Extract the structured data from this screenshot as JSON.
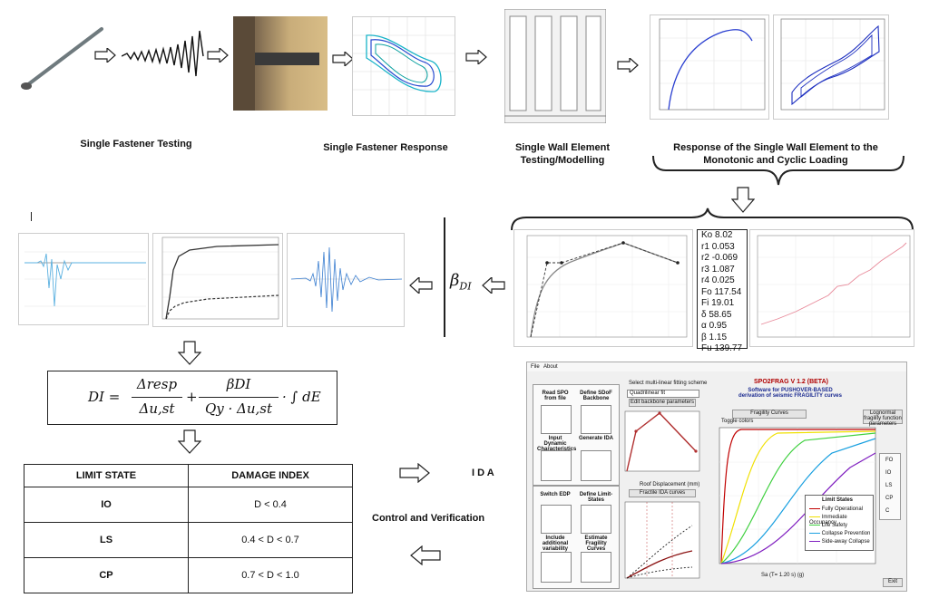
{
  "labels": {
    "single_fastener_testing": "Single Fastener Testing",
    "single_fastener_response": "Single Fastener Response",
    "single_wall_element": "Single Wall Element Testing/Modelling",
    "wall_response": "Response of the Single Wall Element to the Monotonic and Cyclic Loading",
    "ida": "I D A",
    "control_verification": "Control and Verification",
    "beta_di": "β",
    "beta_di_sub": "DI"
  },
  "formula": {
    "lhs": "DI =",
    "frac1_num": "Δresp",
    "frac1_den": "Δu,st",
    "frac2_num": "βDI",
    "frac2_den": "Qy · Δu,st",
    "integral": "· ∫ dE"
  },
  "params": [
    {
      "k": "Ko",
      "v": "8.02"
    },
    {
      "k": "r1",
      "v": "0.053"
    },
    {
      "k": "r2",
      "v": "-0.069"
    },
    {
      "k": "r3",
      "v": "1.087"
    },
    {
      "k": "r4",
      "v": "0.025"
    },
    {
      "k": "Fo",
      "v": "117.54"
    },
    {
      "k": "Fi",
      "v": "19.01"
    },
    {
      "k": "δ",
      "v": "58.65"
    },
    {
      "k": "α",
      "v": "0.95"
    },
    {
      "k": "β",
      "v": "1.15"
    },
    {
      "k": "Fu",
      "v": "139.77"
    }
  ],
  "limit_table": {
    "headers": [
      "LIMIT STATE",
      "DAMAGE INDEX"
    ],
    "rows": [
      [
        "IO",
        "D <  0.4"
      ],
      [
        "LS",
        "0.4 < D < 0.7"
      ],
      [
        "CP",
        "0.7 < D < 1.0"
      ]
    ]
  },
  "software": {
    "menu": [
      "File",
      "About"
    ],
    "title": "SPO2FRAG V 1.2 (BETA)",
    "subtitle": "Software for PUSHOVER-BASED derivation of seismic FRAGILITY curves",
    "scheme_label": "Select multi-linear fitting scheme",
    "scheme_value": "Quadrilinear fit",
    "edit_button": "Edit backbone parameters",
    "fractile_button": "Fractile IDA curves",
    "fragility_tab": "Fragility Curves",
    "toggle": "Toggle colors",
    "lognormal_button": "Lognormal fragility function parameters",
    "legend_title": "Limit States",
    "legend": [
      "Fully Operational",
      "Immediate Occupancy",
      "Life Safety",
      "Collapse Prevention",
      "Side-away Collapse"
    ],
    "legend_colors": [
      "#c00000",
      "#f0e000",
      "#40d040",
      "#1aa0e0",
      "#8020c0"
    ],
    "checks": [
      "FO",
      "IO",
      "LS",
      "CP",
      "C"
    ],
    "xaxis": "Sa (T= 1.20 s) (g)",
    "roof_axis": "Roof Displacement (mm)",
    "exit": "Exit",
    "tools": [
      "Read SPO from file",
      "Define SDoF Backbone",
      "Input Dynamic Characteristics",
      "Generate IDA",
      "Switch EDP",
      "Define Limit-States",
      "Include additional variability",
      "Estimate Fragility Curves"
    ]
  }
}
